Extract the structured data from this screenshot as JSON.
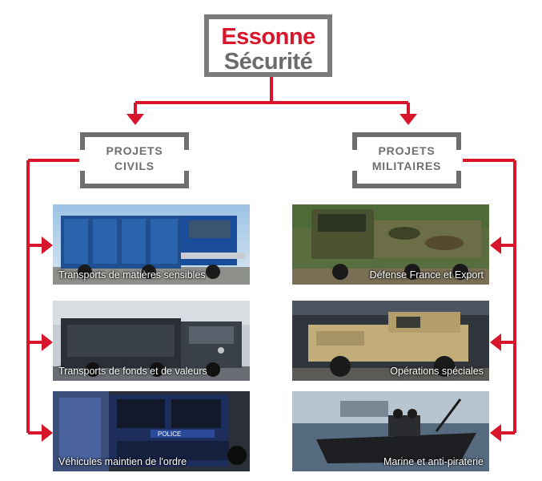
{
  "logo": {
    "line1": "Essonne",
    "line2": "Sécurité"
  },
  "colors": {
    "accent": "#d7152b",
    "frame": "#6e6e6e"
  },
  "categories": [
    {
      "line1": "PROJETS",
      "line2": "CIVILS"
    },
    {
      "line1": "PROJETS",
      "line2": "MILITAIRES"
    }
  ],
  "civil_tiles": [
    {
      "caption": "Transports de matières sensibles",
      "image": "blue-truck-photo"
    },
    {
      "caption": "Transports de fonds et de valeurs",
      "image": "armored-truck-photo"
    },
    {
      "caption": "Véhicules maintien de l'ordre",
      "image": "police-vehicle-photo"
    }
  ],
  "military_tiles": [
    {
      "caption": "Défense France et Export",
      "image": "camouflage-truck-photo"
    },
    {
      "caption": "Opérations spéciales",
      "image": "desert-vehicle-photo"
    },
    {
      "caption": "Marine et anti-piraterie",
      "image": "patrol-boat-photo"
    }
  ]
}
